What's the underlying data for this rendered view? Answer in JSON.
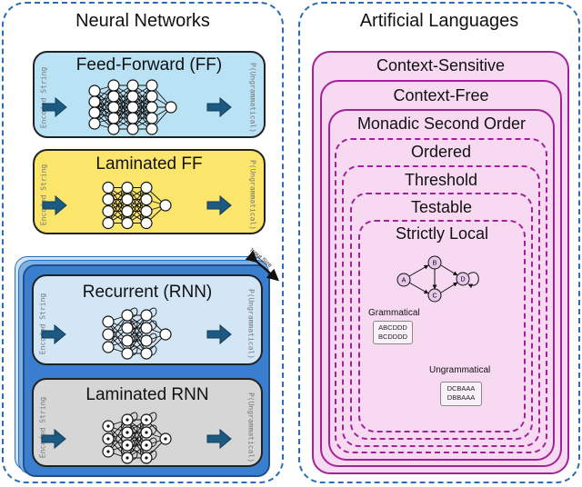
{
  "left_panel": {
    "title": "Neural Networks",
    "models": [
      {
        "title": "Feed-Forward (FF)",
        "input_label": "Encoded String",
        "output_label": "P(Ungrammatical)",
        "color": "#b9e2f4"
      },
      {
        "title": "Laminated FF",
        "input_label": "Encoded String",
        "output_label": "P(Ungrammatical)",
        "color": "#fbe56a"
      },
      {
        "title": "Recurrent (RNN)",
        "input_label": "Encoded String",
        "output_label": "P(Ungrammatical)",
        "color": "#d3e6f6"
      },
      {
        "title": "Laminated RNN",
        "input_label": "Encoded String",
        "output_label": "P(Ungrammatical)",
        "color": "#d6d6d6"
      }
    ],
    "input_size_label": "Input Size",
    "stack_color": "#3a7fcf"
  },
  "right_panel": {
    "title": "Artificial Languages",
    "classes": [
      "Context-Sensitive",
      "Context-Free",
      "Monadic Second Order",
      "Ordered",
      "Threshold",
      "Testable",
      "Strictly Local"
    ],
    "automaton_states": [
      "A",
      "B",
      "C",
      "D"
    ],
    "grammatical": {
      "label": "Grammatical",
      "strings": [
        "ABCDDD",
        "BCDDDD"
      ]
    },
    "ungrammatical": {
      "label": "Ungrammatical",
      "strings": [
        "DCBAAA",
        "DBBAAA"
      ]
    }
  },
  "colors": {
    "accent_border": "#2d6db8",
    "language_border": "#a3229a",
    "language_fill": "#f7d9f2"
  }
}
